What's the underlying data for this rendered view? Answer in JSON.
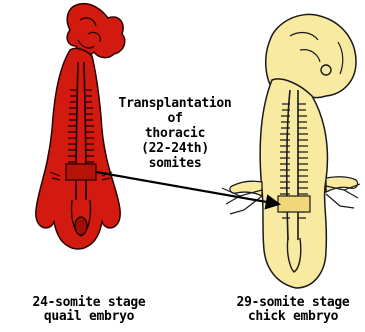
{
  "label": {
    "lines": [
      "Transplantation",
      "of",
      "thoracic",
      "(22-24th)",
      "somites"
    ]
  },
  "quail": {
    "caption_line1": "24-somite stage",
    "caption_line2": "quail embryo",
    "color": "#d31a10",
    "outline": "#2a0000"
  },
  "chick": {
    "caption_line1": "29-somite stage",
    "caption_line2": "chick embryo",
    "color": "#f8eaa0",
    "outline": "#1a1a1a"
  },
  "arrow_color": "#000000"
}
